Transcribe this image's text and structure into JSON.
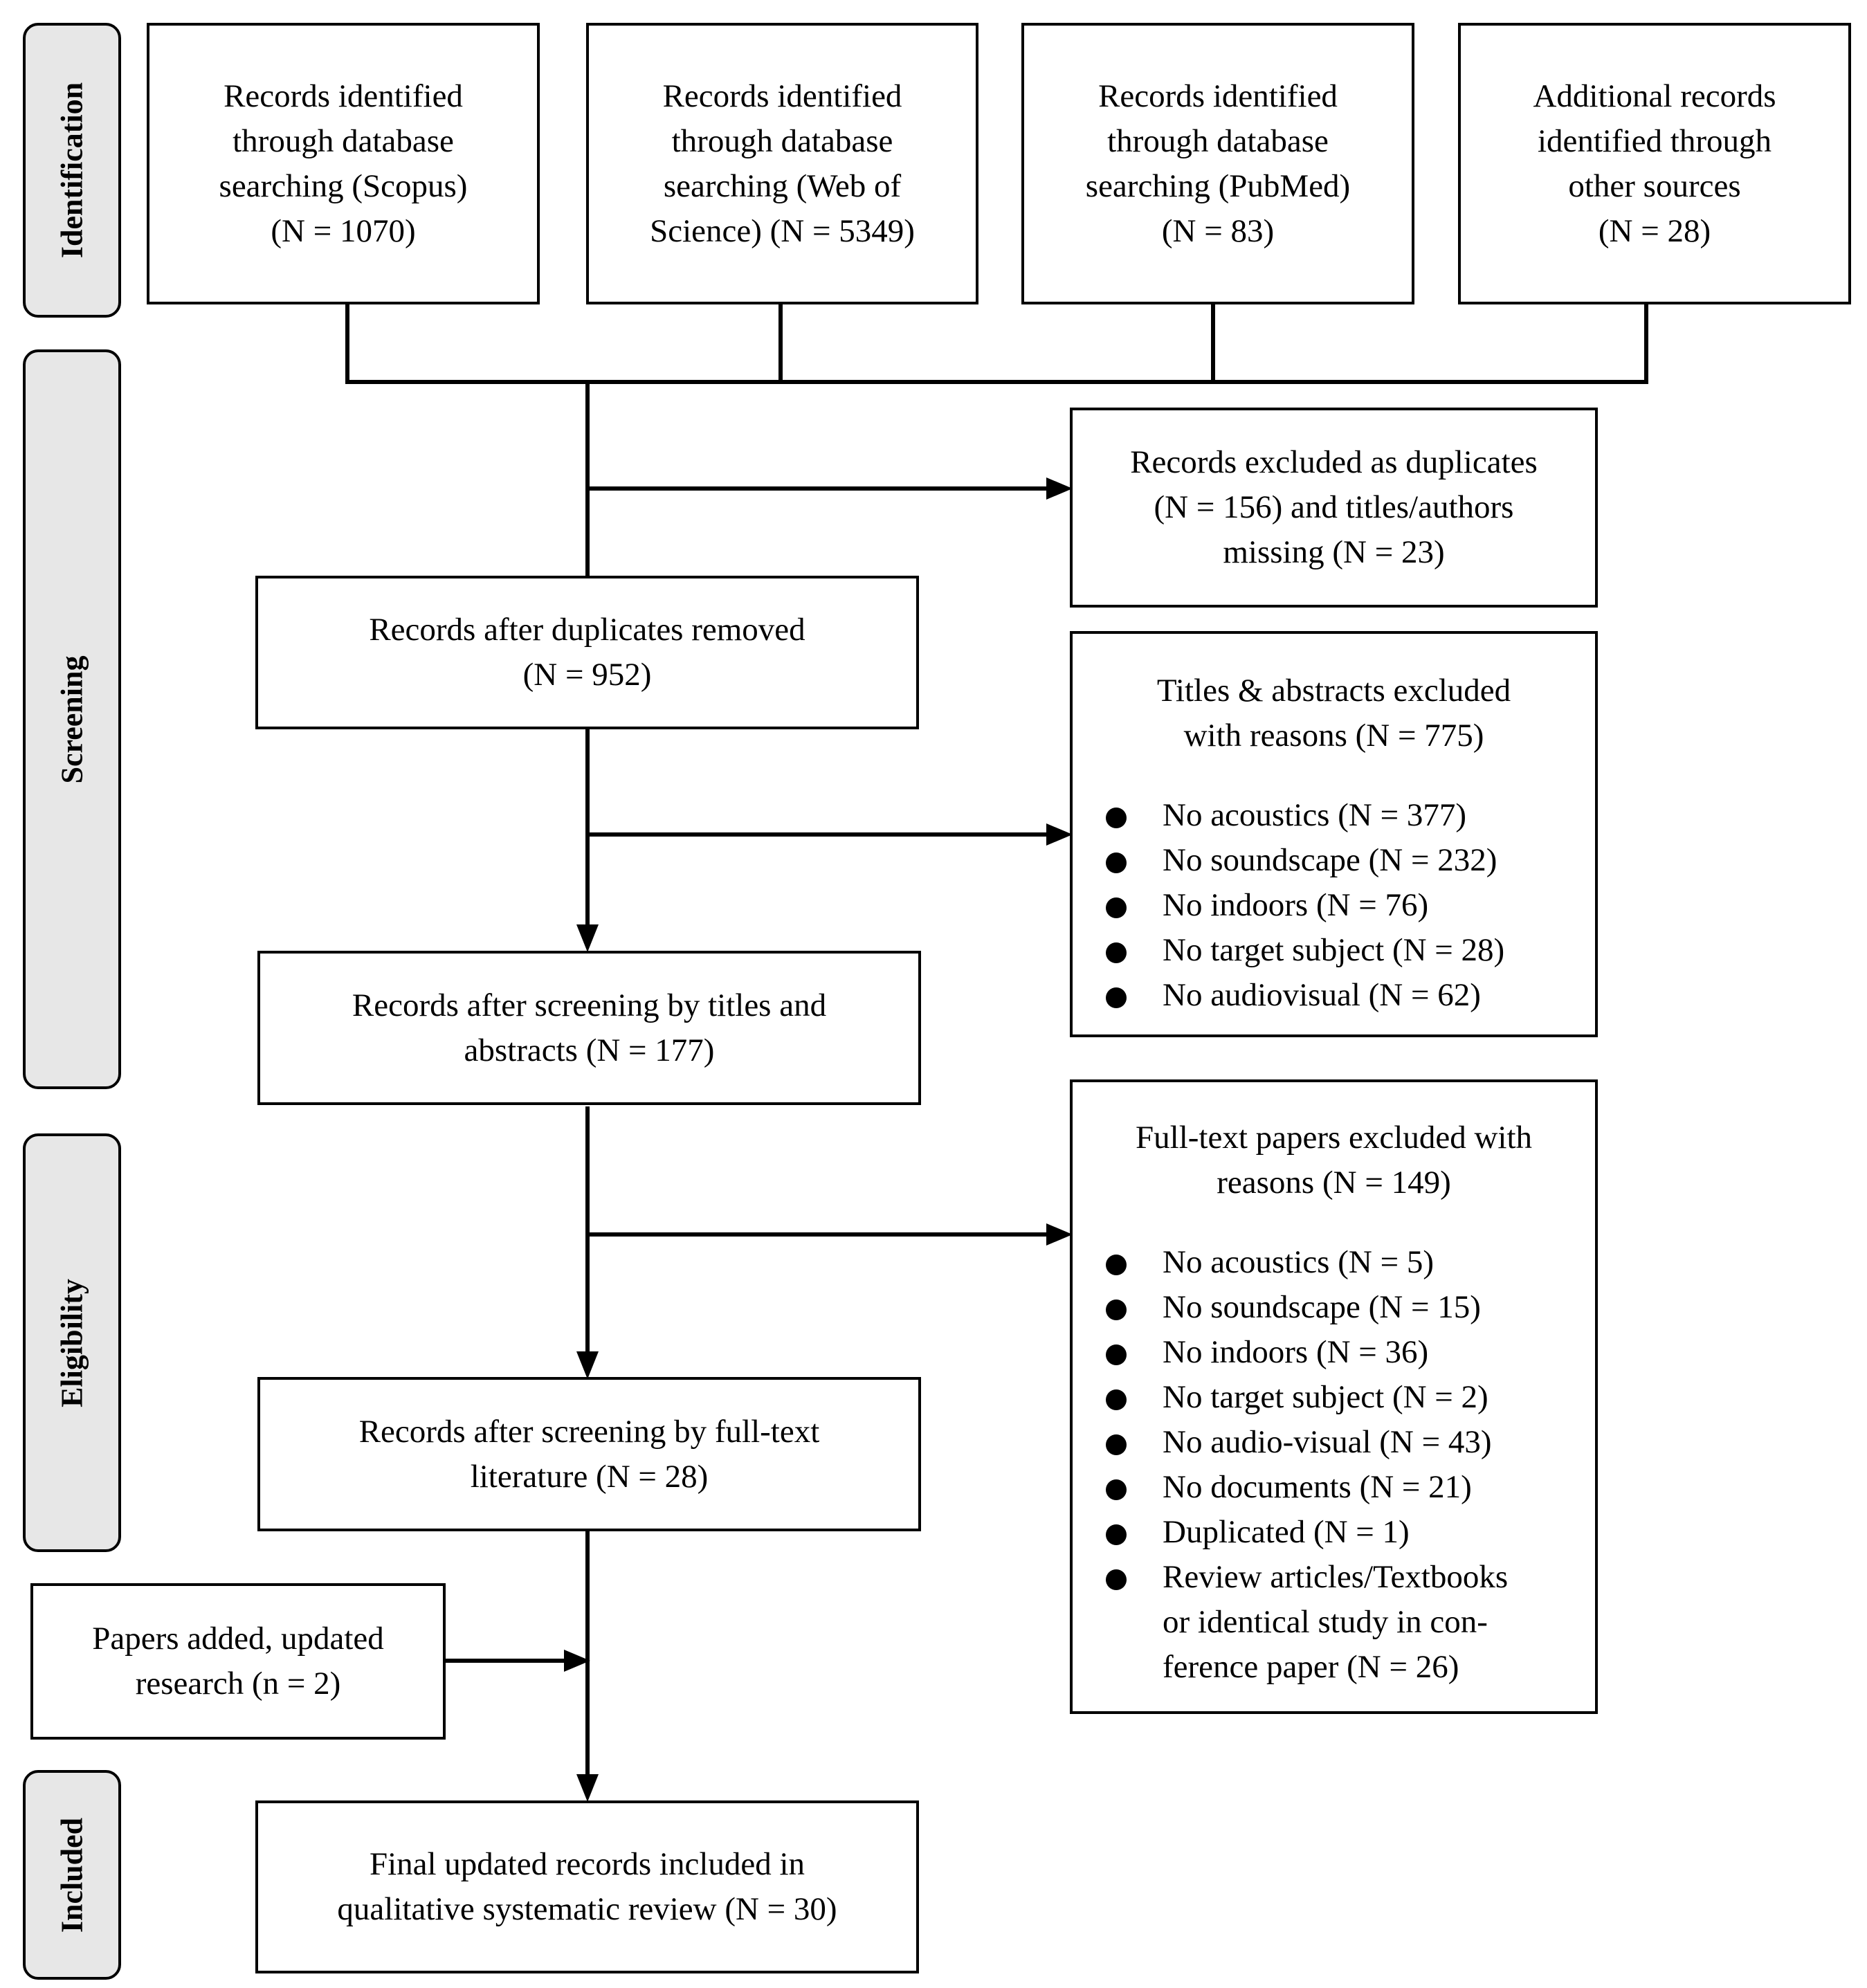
{
  "stages": {
    "identification": "Identification",
    "screening": "Screening",
    "eligibility": "Eligibility",
    "included": "Included"
  },
  "sources": [
    {
      "lines": [
        "Records identified",
        "through database",
        "searching (Scopus)",
        "(N = 1070)"
      ]
    },
    {
      "lines": [
        "Records identified",
        "through database",
        "searching (Web of",
        "Science) (N = 5349)"
      ]
    },
    {
      "lines": [
        "Records identified",
        "through database",
        "searching (PubMed)",
        "(N = 83)"
      ]
    },
    {
      "lines": [
        "Additional records",
        "identified through",
        "other sources",
        "(N = 28)"
      ]
    }
  ],
  "main": {
    "after_duplicates": [
      "Records after duplicates removed",
      "(N = 952)"
    ],
    "after_title_abstract": [
      "Records after screening by titles and",
      "abstracts (N = 177)"
    ],
    "after_fulltext": [
      "Records after screening by full-text",
      "literature (N = 28)"
    ],
    "final": [
      "Final updated records included in",
      "qualitative systematic review (N = 30)"
    ]
  },
  "added": [
    "Papers added, updated",
    "research (n = 2)"
  ],
  "excluded_duplicates": [
    "Records excluded as duplicates",
    "(N = 156) and titles/authors",
    "missing (N = 23)"
  ],
  "excluded_titles": {
    "heading": [
      "Titles & abstracts excluded",
      "with reasons (N = 775)"
    ],
    "items": [
      [
        "No acoustics (N = 377)"
      ],
      [
        "No soundscape (N = 232)"
      ],
      [
        "No indoors (N = 76)"
      ],
      [
        "No target subject (N = 28)"
      ],
      [
        "No audiovisual (N = 62)"
      ]
    ]
  },
  "excluded_fulltext": {
    "heading": [
      "Full-text papers excluded with",
      "reasons (N = 149)"
    ],
    "items": [
      [
        "No acoustics (N = 5)"
      ],
      [
        "No soundscape (N = 15)"
      ],
      [
        "No indoors (N = 36)"
      ],
      [
        "No target subject (N = 2)"
      ],
      [
        "No audio-visual (N = 43)"
      ],
      [
        "No documents (N = 21)"
      ],
      [
        "Duplicated (N = 1)"
      ],
      [
        "Review articles/Textbooks",
        "or identical study in con-",
        "ference paper (N = 26)"
      ]
    ]
  }
}
